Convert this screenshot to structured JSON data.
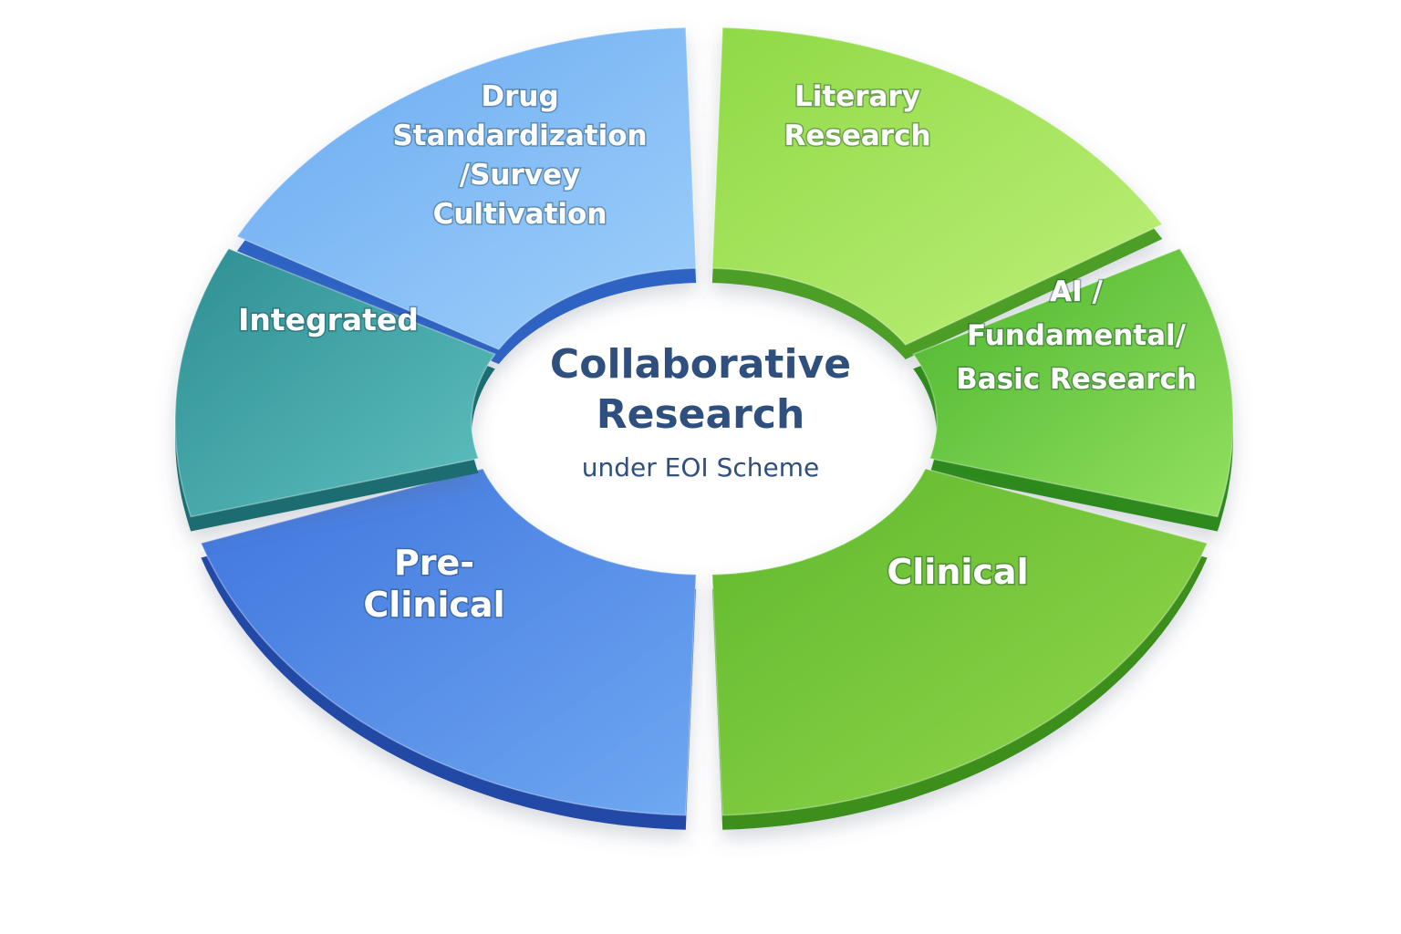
{
  "center": {
    "title_lines": [
      "Collaborative",
      "Research"
    ],
    "subtitle": "under EOI Scheme"
  },
  "segments": [
    {
      "id": "drug-standardization",
      "label_lines": [
        "Drug",
        "Standardization",
        "/Survey",
        "Cultivation"
      ],
      "color_light": "#9fd0fb",
      "color_dark": "#6aaaf0",
      "edge_color": "#2f63c4"
    },
    {
      "id": "literary-research",
      "label_lines": [
        "Literary",
        "Research"
      ],
      "color_light": "#bff07a",
      "color_dark": "#8fd946",
      "edge_color": "#4e9e25"
    },
    {
      "id": "ai-fundamental",
      "label_lines": [
        "AI /",
        "Fundamental/",
        "Basic Research"
      ],
      "color_light": "#93e060",
      "color_dark": "#4cb52e",
      "edge_color": "#2f8a1c"
    },
    {
      "id": "clinical",
      "label_lines": [
        "Clinical"
      ],
      "color_light": "#95d84e",
      "color_dark": "#5fb82c",
      "edge_color": "#3d8f1c"
    },
    {
      "id": "pre-clinical",
      "label_lines": [
        "Pre-",
        "Clinical"
      ],
      "color_light": "#6fa8f2",
      "color_dark": "#3f74dd",
      "edge_color": "#2448a6"
    },
    {
      "id": "integrated",
      "label_lines": [
        "Integrated"
      ],
      "color_light": "#5fc0bf",
      "color_dark": "#2e8f93",
      "edge_color": "#1c6d72"
    }
  ]
}
